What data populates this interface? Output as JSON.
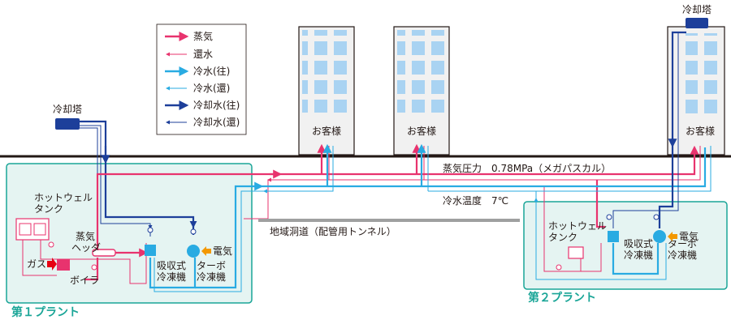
{
  "legend": {
    "items": [
      {
        "label": "蒸気",
        "color": "#e8336e",
        "weight": "thick"
      },
      {
        "label": "還水",
        "color": "#e8336e",
        "weight": "thin"
      },
      {
        "label": "冷水(往)",
        "color": "#29abe2",
        "weight": "thick"
      },
      {
        "label": "冷水(還)",
        "color": "#29abe2",
        "weight": "thin"
      },
      {
        "label": "冷却水(往)",
        "color": "#1d3f9a",
        "weight": "thick"
      },
      {
        "label": "冷却水(還)",
        "color": "#1d3f9a",
        "weight": "thin"
      }
    ]
  },
  "buildings": {
    "customer_label": "お客様"
  },
  "annotations": {
    "steam_pressure": "蒸気圧力　0.78MPa（メガパスカル）",
    "chilled_water_temp": "冷水温度　7℃",
    "tunnel": "地域洞道（配管用トンネル）"
  },
  "plant1": {
    "title": "第１プラント",
    "cooling_tower": "冷却塔",
    "hotwell_line1": "ホットウェル",
    "hotwell_line2": "タンク",
    "header_line1": "蒸気",
    "header_line2": "ヘッダ",
    "gas": "ガス",
    "boiler": "ボイラ",
    "absorption_line1": "吸収式",
    "absorption_line2": "冷凍機",
    "turbo_line1": "ターボ",
    "turbo_line2": "冷凍機",
    "electricity": "電気"
  },
  "plant2": {
    "title": "第２プラント",
    "cooling_tower": "冷却塔",
    "hotwell_line1": "ホットウェル",
    "hotwell_line2": "タンク",
    "absorption_line1": "吸収式",
    "absorption_line2": "冷凍機",
    "turbo_line1": "ターボ",
    "turbo_line2": "冷凍機",
    "electricity": "電気"
  },
  "colors": {
    "steam": "#e8336e",
    "chilled": "#29abe2",
    "cooling": "#1d3f9a",
    "plant_fill": "#e5f4f2",
    "plant_border": "#1aa597",
    "building_fill": "#f1f1f1",
    "window": "#a9d3f2",
    "arrow_orange": "#f39800",
    "arrow_red": "#e60012"
  }
}
